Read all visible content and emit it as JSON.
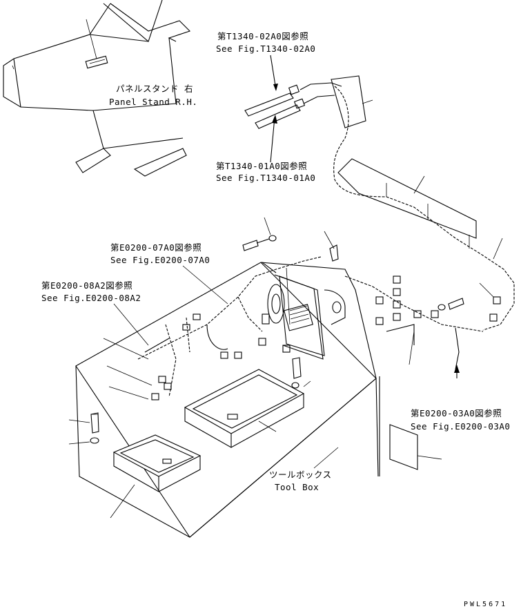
{
  "labels": {
    "panel_stand_jp": "パネルスタンド 右",
    "panel_stand_en": "Panel Stand R.H.",
    "ref_t1340_02a0_jp": "第T1340-02A0図参照",
    "ref_t1340_02a0_en": "See Fig.T1340-02A0",
    "ref_t1340_01a0_jp": "第T1340-01A0図参照",
    "ref_t1340_01a0_en": "See Fig.T1340-01A0",
    "ref_e0200_07a0_jp": "第E0200-07A0図参照",
    "ref_e0200_07a0_en": "See Fig.E0200-07A0",
    "ref_e0200_08a2_jp": "第E0200-08A2図参照",
    "ref_e0200_08a2_en": "See Fig.E0200-08A2",
    "ref_e0200_03a0_jp": "第E0200-03A0図参照",
    "ref_e0200_03a0_en": "See Fig.E0200-03A0",
    "tool_box_jp": "ツールボックス",
    "tool_box_en": "Tool Box",
    "drawing_code": "PWL5671"
  }
}
